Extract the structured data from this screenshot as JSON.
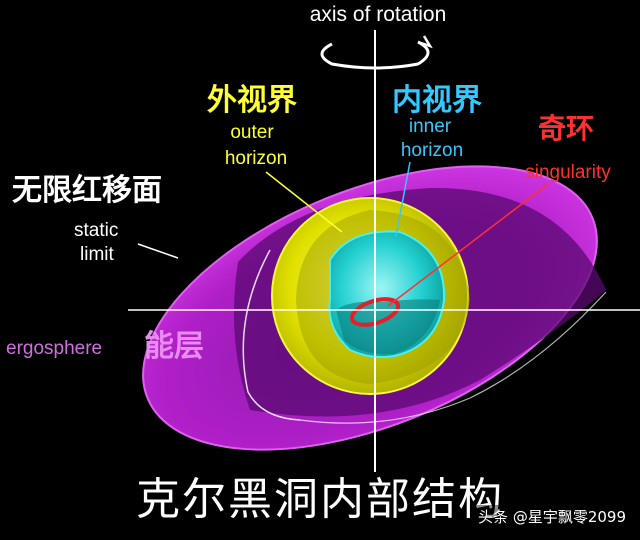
{
  "axis": {
    "title": "axis of rotation"
  },
  "labels": {
    "outer_horizon_cn": "外视界",
    "outer_horizon_en_1": "outer",
    "outer_horizon_en_2": "horizon",
    "inner_horizon_cn": "内视界",
    "inner_horizon_en_1": "inner",
    "inner_horizon_en_2": "horizon",
    "singularity_cn": "奇环",
    "singularity_en": "singularity",
    "static_limit_cn": "无限红移面",
    "static_limit_en_1": "static",
    "static_limit_en_2": "limit",
    "ergosphere_en": "ergosphere",
    "ergosphere_cn": "能层"
  },
  "caption": "克尔黑洞内部结构",
  "watermark": "头条 @星宇飘零2099",
  "colors": {
    "background": "#000000",
    "ergosphere": "#b01fc8",
    "ergosphere_dark": "#6e0e86",
    "outer_horizon": "#e8e800",
    "inner_horizon": "#1fd6d6",
    "singularity": "#e0202a",
    "axis": "#ffffff",
    "outer_label": "#ffff33",
    "inner_label": "#33c8ff",
    "singularity_label": "#ff3030",
    "ergo_label": "#d070e0"
  }
}
